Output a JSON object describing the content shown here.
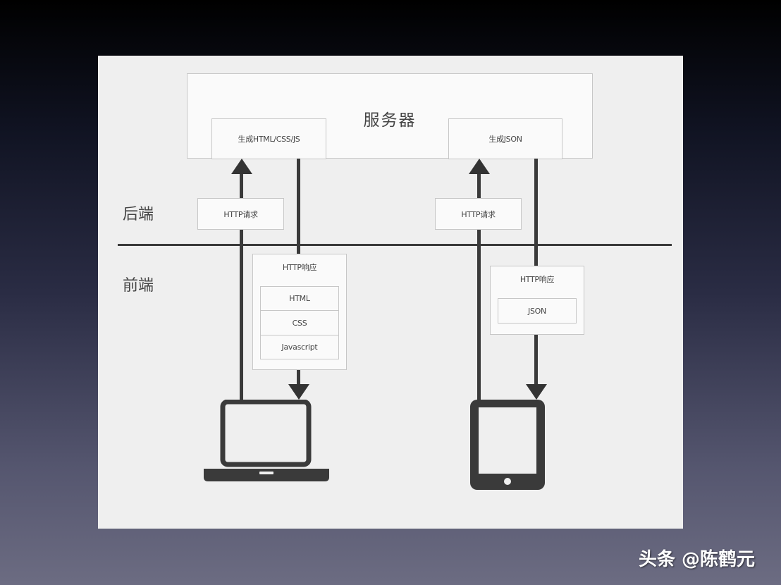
{
  "server": {
    "title": "服务器",
    "left_box": "生成HTML/CSS/JS",
    "right_box": "生成JSON"
  },
  "zones": {
    "backend": "后端",
    "frontend": "前端"
  },
  "left_flow": {
    "request": "HTTP请求",
    "response_title": "HTTP响应",
    "response_items": [
      "HTML",
      "CSS",
      "Javascript"
    ],
    "device_icon": "laptop-icon"
  },
  "right_flow": {
    "request": "HTTP请求",
    "response_title": "HTTP响应",
    "response_items": [
      "JSON"
    ],
    "device_icon": "tablet-icon"
  },
  "watermark": "头条 @陈鹤元",
  "colors": {
    "slide_background": "#efefef",
    "box_fill": "#fafafa",
    "box_border": "#c7c7c7",
    "line": "#3a3a3a"
  }
}
